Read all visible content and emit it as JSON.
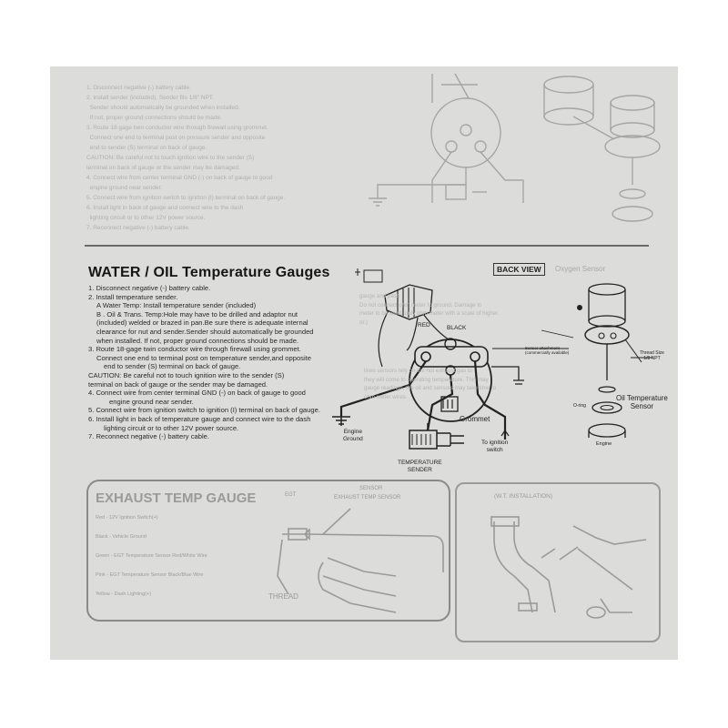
{
  "page": {
    "title": "WATER / OIL Temperature Gauges",
    "back_view": "BACK VIEW",
    "oxygen_sensor": "Oxygen Sensor",
    "steps": [
      "1. Disconnect negative (-) battery cable.",
      "2. Install temperature sender.",
      "A   Water Temp: Install temperature sender (included)",
      "B . Oil & Trans. Temp:Hole may have to be drilled and adaptor nut",
      "(included) welded or brazed in pan.Be sure there is adequate internal",
      "clearance for nut and sender.Sender should automatically be grounded",
      "when installed. If not, proper ground connections should be made.",
      "3. Route 18-gage twin conductor wire through firewall using grommet.",
      "Connect one end to terminal post on temperature sender,and opposite",
      "end to sender (S) terminal on back of gauge.",
      "CAUTION: Be careful not to touch ignition wire to the sender (S)",
      "terminal on back of gauge or the sender may be damaged.",
      "4. Connect wire from center terminal GND (-) on back of gauge to good",
      "engine ground near sender.",
      "5. Connect wire from ignition switch to ignition (I) terminal on back of gauge.",
      "6. Install light in back of temperature gauge and connect wire to the dash",
      "lighting circuit or to other 12V power source.",
      "7. Reconnect negative (-) battery cable."
    ],
    "diagram_labels": {
      "red": "RED",
      "black": "BLACK",
      "grommet": "Grommet",
      "engine_ground": "Engine\nGround",
      "temperature_sender": "TEMPERATURE\nSENDER",
      "to_ignition_switch": "To ignition\nswitch",
      "sensor_attachment": "Sensor attachment\n(commercially available)",
      "thread_size": "Thread Size\n1/8 NPT",
      "o_ring": "O-ring",
      "oil_temp_sensor": "Oil Temperature\nSensor",
      "engine": "Engine"
    },
    "exhaust": {
      "title": "EXHAUST TEMP GAUGE",
      "egt": "EGT",
      "sensor": "SENSOR",
      "sensor_full": "EXHAUST TEMP SENSOR",
      "thread": "THREAD",
      "wires": [
        "Red - 12V Ignition Switch(+)",
        "Black - Vehicle Ground",
        "Green - EGT Temperature Sensor Red/White Wire",
        "Pink - EGT Temperature Sensor Black/Blue Wire",
        "Yellow - Dash Lighting(+)"
      ]
    },
    "install_title": "(W.T. INSTALLATION)"
  },
  "colors": {
    "paper": "#dcdcda",
    "ink": "#222222",
    "faded": "#a8a8a8"
  }
}
